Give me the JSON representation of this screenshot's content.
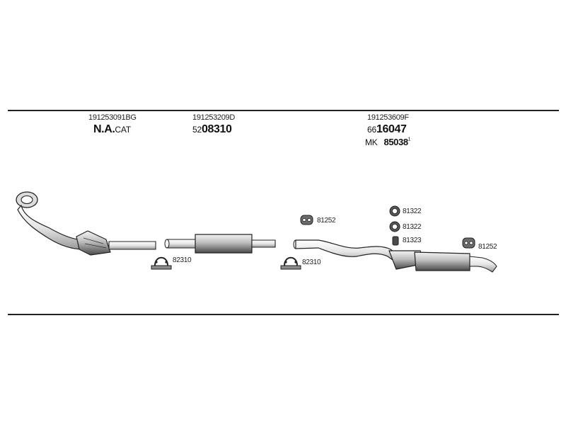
{
  "groups": [
    {
      "part_number": "191253091BG",
      "line1_bold": "N.A.",
      "line1_suffix": "CAT"
    },
    {
      "part_number": "191253209D",
      "line1_prefix": "52",
      "line1_bold": "08310"
    },
    {
      "part_number": "191253609F",
      "line1_prefix": "66",
      "line1_bold": "16047",
      "line2_prefix": "MK",
      "line2_bold": "85038",
      "line2_sup": "1"
    }
  ],
  "fittings": [
    {
      "code": "82310"
    },
    {
      "code": "82310"
    },
    {
      "code": "81252"
    },
    {
      "code": "81322"
    },
    {
      "code": "81322"
    },
    {
      "code": "81323"
    },
    {
      "code": "81252"
    }
  ]
}
